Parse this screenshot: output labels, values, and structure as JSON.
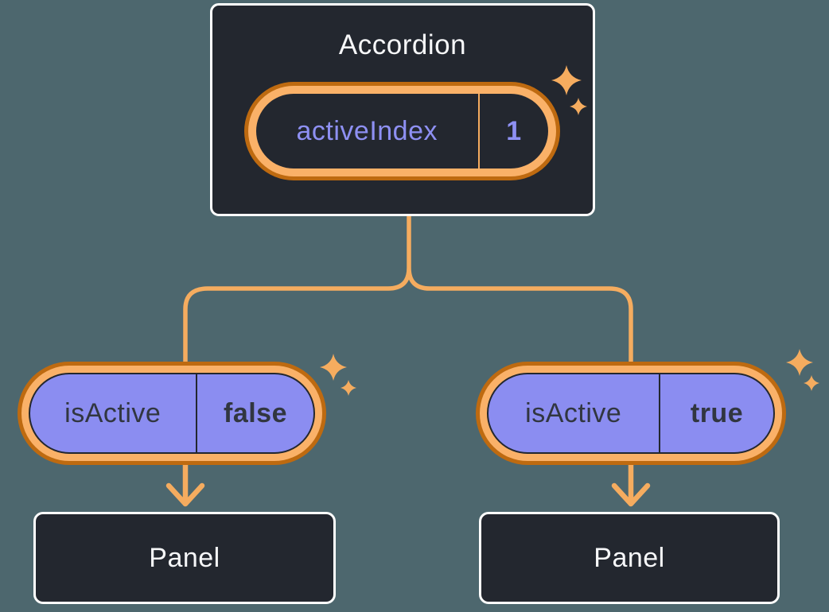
{
  "diagram": {
    "root": {
      "title": "Accordion",
      "state": {
        "label": "activeIndex",
        "value": "1"
      }
    },
    "children": [
      {
        "prop": {
          "label": "isActive",
          "value": "false"
        },
        "panel": "Panel"
      },
      {
        "prop": {
          "label": "isActive",
          "value": "true"
        },
        "panel": "Panel"
      }
    ]
  },
  "icons": {
    "sparkle": "four-point-star ✦",
    "arrow": "down-arrow ↓"
  },
  "colors": {
    "background": "#4D676E",
    "card": "#23272F",
    "card_border": "#FFFFFF",
    "ring_outer": "#BE6A10",
    "ring_inner": "#FAB168",
    "connector": "#F5AC5F",
    "prop_fill": "#8B8DF1",
    "prop_text": "#313640",
    "state_text": "#8E90F3",
    "title_text": "#F6F7F9"
  }
}
